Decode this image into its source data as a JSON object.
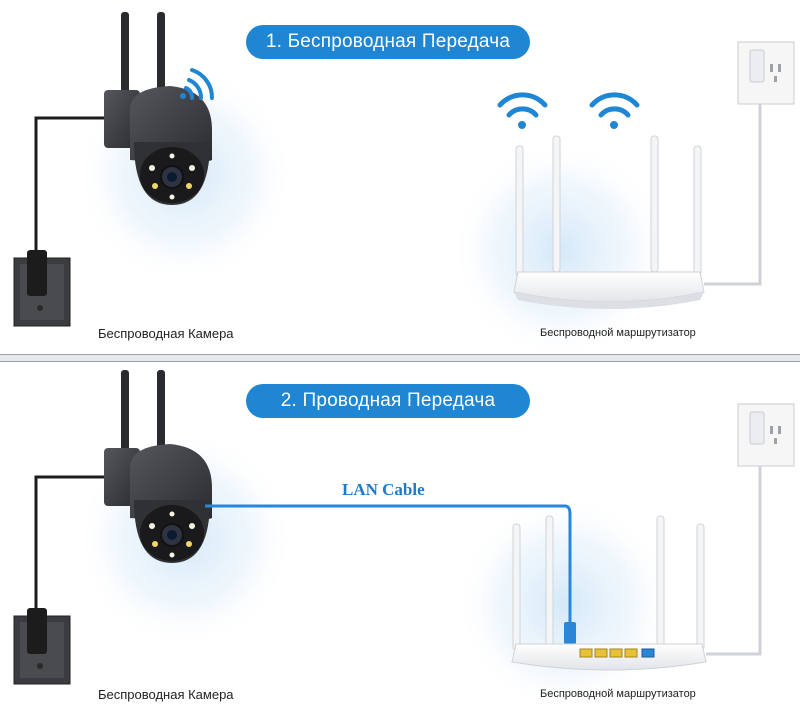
{
  "panel1": {
    "title": "1. Беспроводная Передача",
    "camera_caption": "Беспроводная Камера",
    "router_caption": "Беспроводной маршрутизатор"
  },
  "panel2": {
    "title": "2. Проводная Передача",
    "cable_label": "LAN Cable",
    "camera_caption": "Беспроводная Камера",
    "router_caption": "Беспроводной маршрутизатор"
  },
  "colors": {
    "accent": "#1f86d4",
    "cable": "#2a86d6",
    "camera": "#3a3b3f",
    "router": "#f4f5f7",
    "port": "#e8c13a"
  },
  "icons": [
    "wifi-icon",
    "power-socket-icon",
    "wall-outlet-icon",
    "camera-icon",
    "router-icon"
  ]
}
